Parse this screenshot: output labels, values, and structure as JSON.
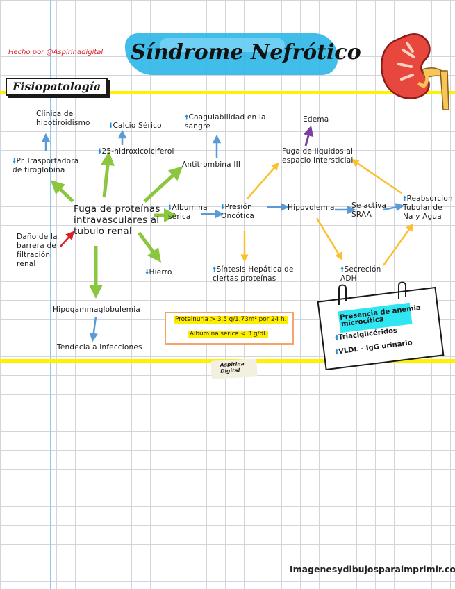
{
  "header": {
    "credit": "Hecho por @Aspirinadigital",
    "title": "Síndrome Nefrótico",
    "section": "Fisiopatología"
  },
  "nodes": {
    "fuga": "Fuga de proteínas\nintravasculares al\ntubulo renal",
    "dano": "Daño de la\nbarrera de\nfiltración\nrenal",
    "clinica": "Clínica de\nhipotiroidismo",
    "tiroglobulina": "Pr Trasportadora\nde tiroglobina",
    "calcio": "Calcio Sérico",
    "hidroxi": "25-hidroxicolciferol",
    "coagulabilidad": "Coagulabilidad en la\nsangre",
    "antitrombina": "Antitrombina III",
    "hierro": "Hierro",
    "hipogamma": "Hipogammaglobulemia",
    "infecciones": "Tendecia a infecciones",
    "albumina": "Albumina\nsérica",
    "presion": "Presión\nOncótica",
    "sintesis": "Síntesis Hepática de\nciertas proteínas",
    "hipovolemia": "Hipovolemia",
    "srra": "Se activa\nSRAA",
    "reabsorcion": "Reabsorcion\nTubular de\nNa y Agua",
    "adh": "Secreción\nADH",
    "fuga_liquidos": "Fuga de liquidos al\nespacio intersticial",
    "edema": "Edema"
  },
  "arrows": {
    "up": "🠙",
    "down": "🠛"
  },
  "criteria": {
    "line1": "Proteinuria > 3.5 g/1.73m² por 24 h.",
    "line2": "Albúmina sérica < 3 g/dl."
  },
  "note": {
    "line1": "Presencia de anemia",
    "line2": "microcítica",
    "line3": "Triaciglicéridos",
    "line4": "VLDL - IgG urinario"
  },
  "stamp": {
    "line1": "Aspirina",
    "line2": "Digital"
  },
  "watermark": "Imagenesydibujosparaimprimir.com",
  "colors": {
    "green": "#8cc63f",
    "yellow": "#fbc02d",
    "blue": "#5b9bd5",
    "purple": "#7b3fa0",
    "red": "#d9202b",
    "highlight": "#ffed00",
    "cyan": "#2fe6f2"
  }
}
